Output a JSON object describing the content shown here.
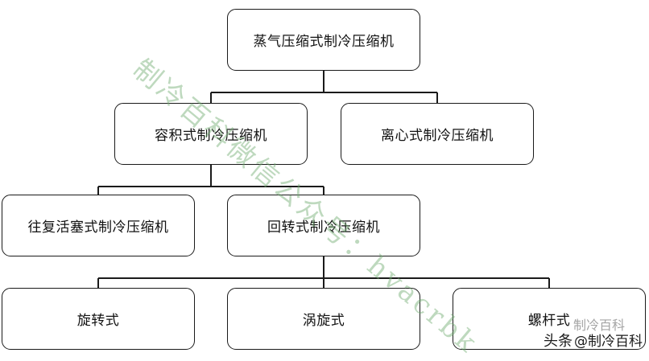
{
  "nodes": {
    "root": "蒸气压缩式制冷压缩机",
    "positive": "容积式制冷压缩机",
    "centrifugal": "离心式制冷压缩机",
    "reciprocating": "往复活塞式制冷压缩机",
    "rotary": "回转式制冷压缩机",
    "rolling": "旋转式",
    "scroll": "涡旋式",
    "screw": "螺杆式"
  },
  "watermark": "制冷百科微信公众号：hvacrbk",
  "brand": {
    "ghost": "制冷百科",
    "prefix": "头条",
    "handle": "@制冷百科"
  }
}
